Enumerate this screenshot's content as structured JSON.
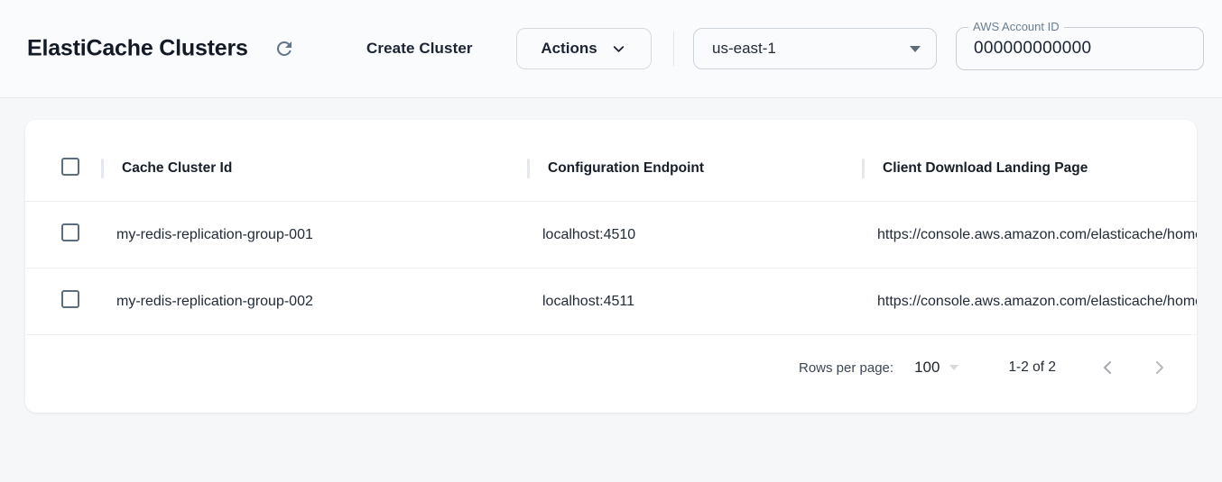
{
  "header": {
    "title": "ElastiCache Clusters",
    "create_button_label": "Create Cluster",
    "actions_button_label": "Actions",
    "region_select": {
      "value": "us-east-1"
    },
    "account_field": {
      "label": "AWS Account ID",
      "value": "000000000000"
    }
  },
  "table": {
    "columns": [
      "Cache Cluster Id",
      "Configuration Endpoint",
      "Client Download Landing Page"
    ],
    "rows": [
      {
        "cache_cluster_id": "my-redis-replication-group-001",
        "configuration_endpoint": "localhost:4510",
        "client_download_landing_page": "https://console.aws.amazon.com/elasticache/home"
      },
      {
        "cache_cluster_id": "my-redis-replication-group-002",
        "configuration_endpoint": "localhost:4511",
        "client_download_landing_page": "https://console.aws.amazon.com/elasticache/home"
      }
    ],
    "pagination": {
      "rows_per_page_label": "Rows per page:",
      "rows_per_page_value": "100",
      "range_label": "1-2 of 2"
    }
  },
  "colors": {
    "link": "#7c69e0",
    "icon": "#64748b",
    "checkbox-border": "#5d6c7e"
  }
}
